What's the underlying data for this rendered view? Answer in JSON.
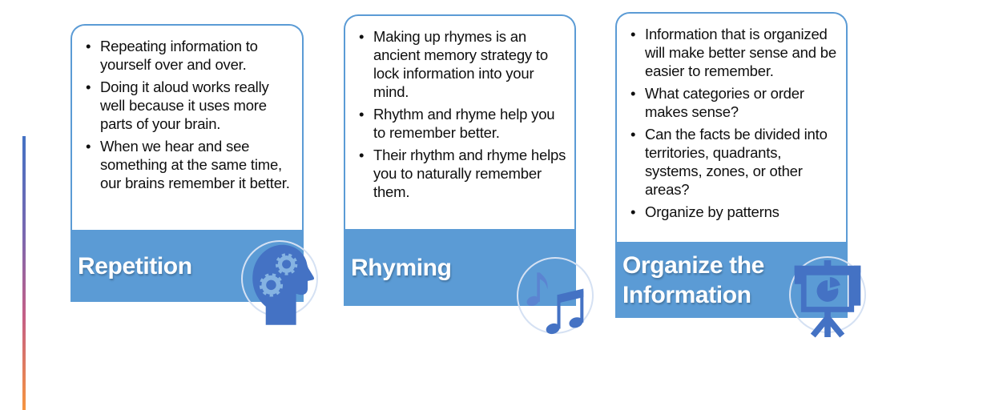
{
  "slide": {
    "background": "#FFFFFF",
    "accent_line": {
      "orientation": "vertical",
      "gradient": [
        "#4472C4",
        "#7A68B0",
        "#C55F86",
        "#F6953F"
      ]
    }
  },
  "cards": [
    {
      "title": "Repetition",
      "icon": "head-gears-icon",
      "bullets": [
        "Repeating information to yourself over and over.",
        "Doing it aloud works really well because it uses more parts of your brain.",
        "When we hear and see something at the same time, our brains remember it better."
      ]
    },
    {
      "title": "Rhyming",
      "icon": "music-notes-icon",
      "bullets": [
        "Making up rhymes is an ancient memory strategy to lock information into your mind.",
        "Rhythm and rhyme help you to remember better.",
        "Their rhythm and rhyme helps you to naturally remember them."
      ]
    },
    {
      "title": "Organize the Information",
      "icon": "presentation-chart-icon",
      "bullets": [
        "Information that is organized will make better sense and be easier to remember.",
        "What categories or order makes sense?",
        "Can the facts be divided into territories, quadrants, systems, zones, or other areas?",
        "Organize by patterns"
      ]
    }
  ],
  "colors": {
    "banner": "#5B9BD5",
    "card_border": "#5B9BD5",
    "text": "#0F0F0F",
    "title_text": "#FFFFFF",
    "icon_dark": "#4472C4",
    "icon_mid": "#5B84D1",
    "icon_light": "#85B3E2",
    "circle_ring": "#D5E1F3",
    "line_top": "#4472C4",
    "line_mid1": "#7A68B0",
    "line_mid2": "#C55F86",
    "line_bottom": "#F6953F"
  }
}
